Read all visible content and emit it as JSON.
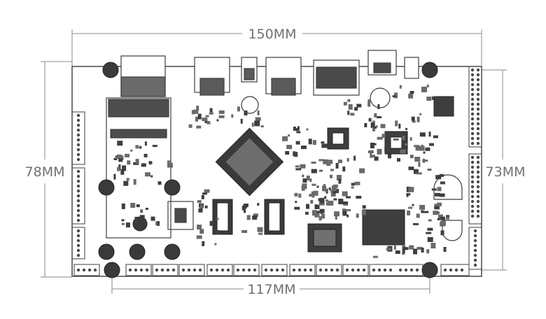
{
  "dimensions": {
    "top": "150MM",
    "left": "78MM",
    "right": "73MM",
    "bottom": "117MM"
  },
  "colors": {
    "outline": "#3c3c3c",
    "component": "#4a4a4a",
    "dark": "#2a2a2a",
    "dimension": "#8a8a8a",
    "background": "#ffffff"
  }
}
